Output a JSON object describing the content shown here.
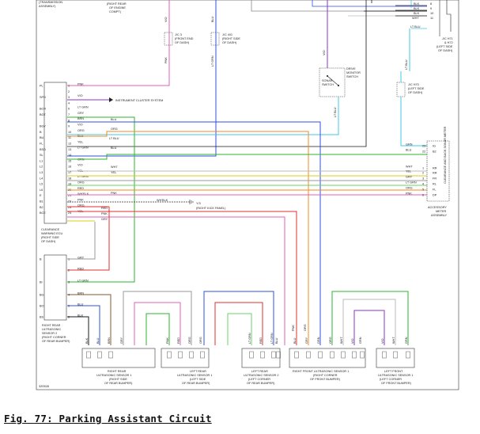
{
  "figure": {
    "caption": "Fig. 77: Parking Assistant Circuit",
    "code": "3Z0528"
  },
  "colors": {
    "pink": "#e060b8",
    "violet": "#8a35c8",
    "blue": "#2f4fe0",
    "black": "#1a1a1a",
    "green": "#2cb42c",
    "light_green": "#6ad06a",
    "gray": "#9a9a9a",
    "orange": "#f08a20",
    "yellow": "#d8cc1a",
    "red": "#e03030",
    "white": "#cccccc",
    "light_blue": "#40c8e8"
  },
  "components": {
    "top_left_labels": [
      "(TRANSMISSION",
      "ASSEMBLY)"
    ],
    "rear_note": [
      "(RIGHT REAR",
      "OF ENGINE",
      "COMPT)"
    ],
    "jc3": [
      "J/C 3",
      "(FRONT END",
      "OF DASH)"
    ],
    "jc4": [
      "J/C 4/G",
      "(RIGHT SIDE",
      "OF DASH)"
    ],
    "drive_switch": [
      "DRIVE",
      "MONITOR",
      "SWITCH"
    ],
    "sonar_switch": [
      "SONAR",
      "SWITCH"
    ],
    "jc_left": [
      "J/C H70",
      "(LEFT SIDE",
      "OF DASH)"
    ],
    "jc_top_right": [
      "J/C H71",
      "& H72",
      "(LEFT SIDE",
      "OF DASH)"
    ],
    "cluster": "INSTRUMENT CLUSTER SYSTEM",
    "clearance_ecu": [
      "CLEARANCE",
      "WARNING ECU",
      "(RIGHT SIDE",
      "OF DASH)"
    ],
    "accessory_meter": [
      "ACCESSORY",
      "METER",
      "ASSEMBLY"
    ],
    "accessory_meter_side": "CLEARANCE AND BACK SONAR METER",
    "right_kick": "(RIGHT KICK PANEL)",
    "wht_blk": "WH'BLK",
    "ground": "Y/3",
    "right_rear_sensor_2": [
      "RIGHT REAR",
      "ULTRASONIC",
      "SENSOR 2",
      "(RIGHT CORNER",
      "OF REAR BUMPER)"
    ],
    "sensor_rr1": [
      "RIGHT REAR",
      "ULTRASONIC SENSOR 1",
      "(RIGHT SIDE",
      "OF REAR BUMPER)"
    ],
    "sensor_lr1": [
      "LEFT REAR",
      "ULTRASONIC SENSOR 1",
      "(LEFT SIDE",
      "OF REAR BUMPER)"
    ],
    "sensor_lr2": [
      "LEFT REAR",
      "ULTRASONIC SENSOR 2",
      "(LEFT CORNER",
      "OF REAR BUMPER)"
    ],
    "sensor_rf": [
      "RIGHT FRONT ULTRASONIC SENSOR 1",
      "(RIGHT CORNER",
      "OF FRONT BUMPER)"
    ],
    "sensor_lf": [
      "LEFT FRONT",
      "ULTRASONIC SENSOR 1",
      "(LEFT CORNER",
      "OF FRONT BUMPER)"
    ]
  },
  "top_vertical_labels": [
    "PNK",
    "BLU",
    "VIO",
    "LT GRN",
    "VIO",
    "LT BLU",
    "LT BLU"
  ],
  "ecu_pins": [
    {
      "num": "1",
      "fn": "PL",
      "wire": "PNK"
    },
    {
      "num": "2",
      "fn": "",
      "wire": ""
    },
    {
      "num": "3",
      "fn": "SPD",
      "wire": "VIO"
    },
    {
      "num": "4",
      "fn": "",
      "wire": ""
    },
    {
      "num": "5",
      "fn": "BCR",
      "wire": "LT GRN"
    },
    {
      "num": "7",
      "fn": "BGT",
      "wire": "GRY"
    },
    {
      "num": "8",
      "fn": "",
      "wire": "BRN"
    },
    {
      "num": "9",
      "fn": "BGY",
      "wire": "VIO"
    },
    {
      "num": "10",
      "fn": "B",
      "wire": "ORG"
    },
    {
      "num": "11",
      "fn": "BU",
      "wire": "BLU"
    },
    {
      "num": "12",
      "fn": "FL",
      "wire": "YEL"
    },
    {
      "num": "13",
      "fn": "BSD",
      "wire": "LT GRN"
    },
    {
      "num": "14",
      "fn": "SL",
      "wire": ""
    },
    {
      "num": "15",
      "fn": "L1",
      "wire": "GRN"
    },
    {
      "num": "16",
      "fn": "L2",
      "wire": "VIO"
    },
    {
      "num": "17",
      "fn": "L3",
      "wire": "YEL"
    },
    {
      "num": "18",
      "fn": "L4",
      "wire": "LT GRN"
    },
    {
      "num": "19",
      "fn": "L5",
      "wire": "ORG"
    },
    {
      "num": "20",
      "fn": "L6",
      "wire": "RED"
    },
    {
      "num": "21",
      "fn": "E",
      "wire": "WH'BLK"
    },
    {
      "num": "22",
      "fn": "B1",
      "wire": "PNK"
    },
    {
      "num": "23",
      "fn": "B2",
      "wire": "ORG"
    },
    {
      "num": "24",
      "fn": "BCE",
      "wire": "YEL"
    }
  ],
  "ecu_mid_labels": [
    "BLU",
    "ORG",
    "LT BLU",
    "BLU",
    "LT GRN",
    "WHT",
    "YEL",
    "GRY",
    "PNK",
    "RED",
    "PNK",
    "GRY"
  ],
  "meter_pins": [
    {
      "num": "23",
      "fn": "IG",
      "wire": "GRN"
    },
    {
      "num": "22",
      "fn": "B2",
      "wire": "BLU"
    },
    {
      "num": "1",
      "fn": "RR",
      "wire": "WHT"
    },
    {
      "num": "2",
      "fn": "RR",
      "wire": "YEL"
    },
    {
      "num": "3",
      "fn": "FR",
      "wire": "GRY"
    },
    {
      "num": "4",
      "fn": "RL",
      "wire": "LT GRN"
    },
    {
      "num": "5",
      "fn": "FL",
      "wire": "ORG"
    },
    {
      "num": "6",
      "fn": "DP",
      "wire": "PNK"
    }
  ],
  "top_right_pins": [
    {
      "num": "8",
      "wire": "BLK"
    },
    {
      "num": "9",
      "wire": "BLK"
    },
    {
      "num": "10",
      "wire": "BLK"
    },
    {
      "num": "11",
      "wire": "WHT"
    },
    {
      "num": "",
      "wire": "LT BLU"
    }
  ],
  "lower_ecu_pins": [
    {
      "num": "1",
      "fn": "B",
      "wire": "GRY"
    },
    {
      "num": "2",
      "fn": "",
      "wire": "RED"
    },
    {
      "num": "3",
      "fn": "BI",
      "wire": "LT GRN"
    },
    {
      "num": "4",
      "fn": "BG",
      "wire": "BRN"
    },
    {
      "num": "5",
      "fn": "BO",
      "wire": "BLU"
    },
    {
      "num": "6",
      "fn": "BS",
      "wire": "BLK"
    }
  ],
  "sensor_rr1_pins": [
    "BLK",
    "BLU",
    "BRN"
  ],
  "rr1_extra": [
    "GRY"
  ],
  "sensor_lr1_pins": [
    "PNK",
    "RED",
    "ORG",
    "ORG"
  ],
  "sensor_lr2_pins": [
    "LT GRN",
    "RED",
    "LT GRN",
    "BLU"
  ],
  "sensor_rf_pins": [
    "BLU",
    "GRY",
    "GRN",
    "ORG",
    "WHT",
    "VIO",
    "GRN"
  ],
  "sensor_lf_pins": [
    "VIO",
    "WHT",
    "GRN"
  ],
  "rf_vertical": [
    "PNK",
    "ORG"
  ],
  "conn_mid": [
    "GRY",
    "YEL"
  ]
}
